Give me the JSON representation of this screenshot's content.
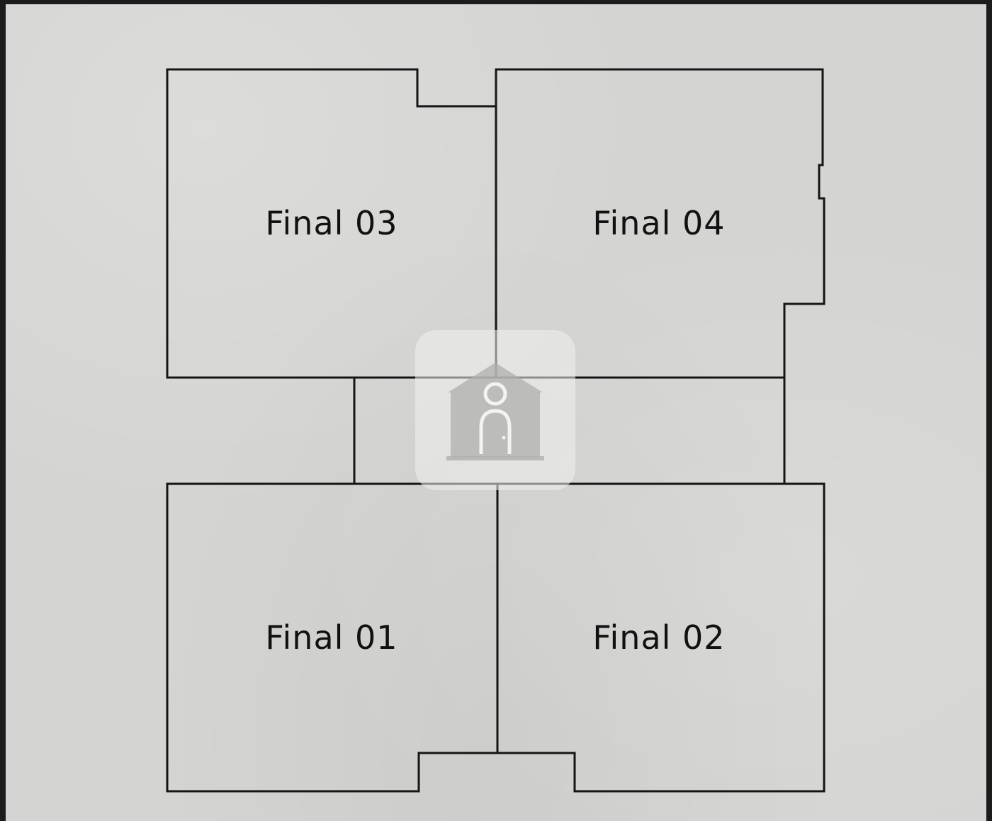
{
  "rooms": [
    {
      "id": "final-03",
      "label": "Final 03"
    },
    {
      "id": "final-04",
      "label": "Final 04"
    },
    {
      "id": "final-01",
      "label": "Final 01"
    },
    {
      "id": "final-02",
      "label": "Final 02"
    }
  ],
  "watermark": {
    "icon": "house-person-logo-icon"
  },
  "colors": {
    "background": "#d4d4d2",
    "walls": "#151515",
    "frame": "#1c1c1c"
  }
}
